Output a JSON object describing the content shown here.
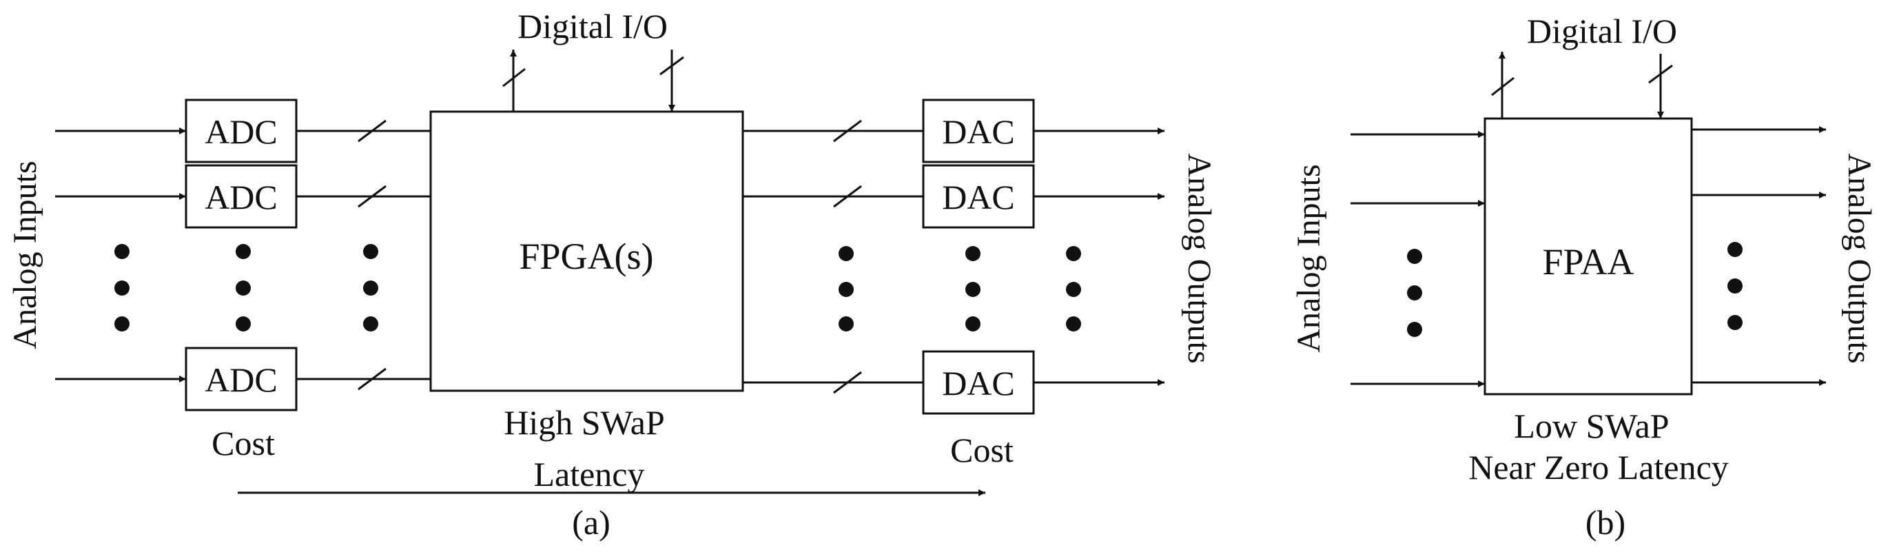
{
  "panel_a": {
    "side_left": "Analog Inputs",
    "side_right": "Analog Outputs",
    "digital_io": "Digital I/O",
    "adc_label": "ADC",
    "dac_label": "DAC",
    "main_block": "FPGA(s)",
    "cost_left": "Cost",
    "cost_right": "Cost",
    "swap": "High SWaP",
    "latency": "Latency",
    "caption": "(a)"
  },
  "panel_b": {
    "side_left": "Analog Inputs",
    "side_right": "Analog Outputs",
    "digital_io": "Digital I/O",
    "main_block": "FPAA",
    "swap": "Low SWaP",
    "latency": "Near Zero Latency",
    "caption": "(b)"
  },
  "colors": {
    "ink": "#111111",
    "background": "#ffffff"
  }
}
